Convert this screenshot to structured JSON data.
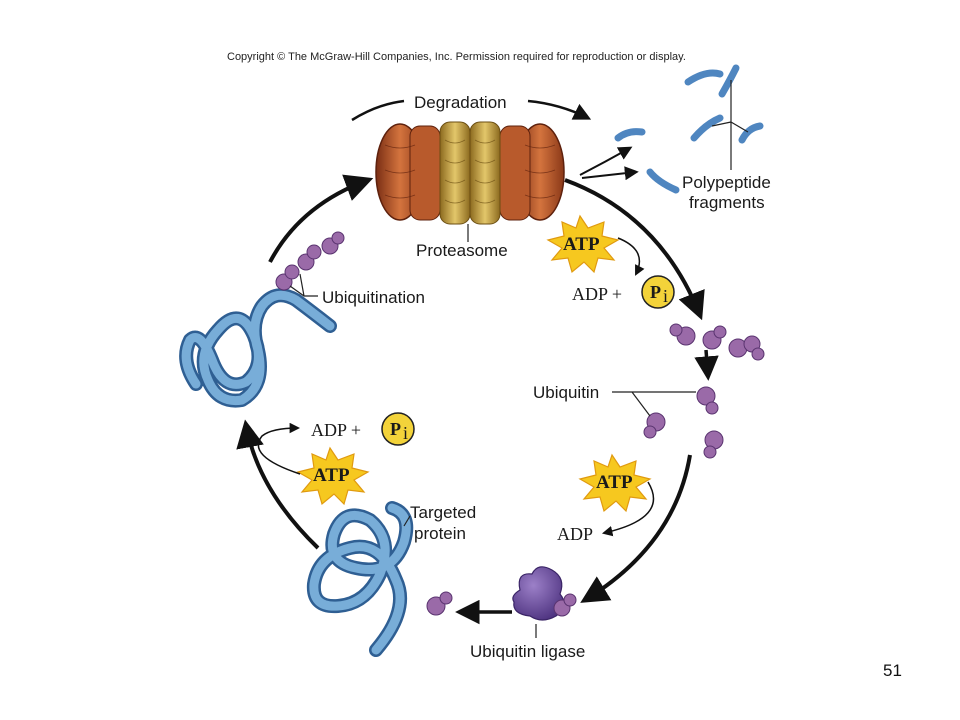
{
  "copyright": "Copyright © The McGraw-Hill Companies, Inc. Permission required for reproduction or display.",
  "labels": {
    "degradation": "Degradation",
    "proteasome": "Proteasome",
    "polypeptide_line1": "Polypeptide",
    "polypeptide_line2": "fragments",
    "ubiquitination": "Ubiquitination",
    "ubiquitin": "Ubiquitin",
    "targeted_line1": "Targeted",
    "targeted_line2": "protein",
    "ubiquitin_ligase": "Ubiquitin ligase"
  },
  "atp": {
    "text": "ATP"
  },
  "adp_pi": {
    "adp_plus": "ADP +",
    "p": "P",
    "sub": "i"
  },
  "adp_only": "ADP",
  "page_number": "51",
  "colors": {
    "protein_blue": "#6a9fd0",
    "protein_dark": "#2f5f93",
    "ubiquitin_purple": "#9a6aa8",
    "ligase_purple": "#6a4a98",
    "atp_star": "#f6c81f",
    "pi_circle": "#f3d33a",
    "proteasome_outer": "#c8602f",
    "proteasome_inner": "#c9a544"
  }
}
